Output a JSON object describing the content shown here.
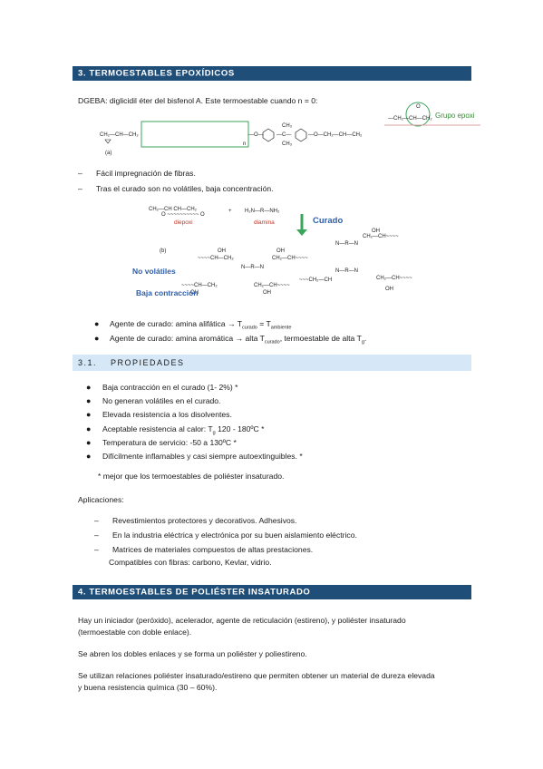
{
  "section3": {
    "title": "3.  TERMOESTABLES EPOXÍDICOS",
    "dgeba": "DGEBA: diglicidil éter del bisfenol A. Este termoestable cuando n = 0:",
    "group_label": "Grupo epoxi",
    "fig_a_label": "(a)",
    "fig_a_n": "n",
    "bullets_dash": [
      "Fácil impregnación de fibras.",
      "Tras el curado son no volátiles, baja concentración."
    ],
    "diagram": {
      "diepoxi": "diepoxi",
      "plus": "+",
      "diamina_formula": "H₂N—R—NH₂",
      "diamina": "diamina",
      "curado": "Curado",
      "fig_b_label": "(b)",
      "no_volatiles": "No volátiles",
      "baja_contraccion": "Baja contracción"
    },
    "agentes": [
      {
        "text": "Agente de curado: amina alifática → T",
        "sub1": "curado",
        "mid": " = T",
        "sub2": "ambiente",
        "tail": ""
      },
      {
        "text": "Agente de curado: amina aromática → alta T",
        "sub1": "curado",
        "mid": ", termoestable de alta T",
        "sub2": "g",
        "tail": "."
      }
    ]
  },
  "section31": {
    "number": "3.1.",
    "title": "PROPIEDADES",
    "items": [
      "Baja contracción en el curado (1- 2%) *",
      "No generan volátiles en el curado.",
      "Elevada resistencia a los disolventes.",
      "Aceptable resistencia al calor: T",
      "Temperatura de servicio: -50 a 130ºC *",
      "Difícilmente inflamables y casi siempre autoextinguibles. *"
    ],
    "heat_sub": "g",
    "heat_tail": " 120 - 180ºC *",
    "note": "* mejor que los termoestables de poliéster insaturado.",
    "aplicaciones_label": "Aplicaciones:",
    "aplicaciones": [
      "Revestimientos protectores y decorativos. Adhesivos.",
      "En la industria eléctrica y electrónica por su buen aislamiento eléctrico.",
      "Matrices de materiales compuestos de altas prestaciones."
    ],
    "compatibles": "Compatibles con fibras: carbono, Kevlar, vidrio."
  },
  "section4": {
    "title": "4.  TERMOESTABLES DE POLIÉSTER INSATURADO",
    "p1_l1": "Hay  un  iniciador  (peróxido),  acelerador,  agente  de  reticulación  (estireno),  y  poliéster  insaturado",
    "p1_l2": "(termoestable con doble enlace).",
    "p2": "Se abren los dobles enlaces y se forma un poliéster y poliestireno.",
    "p3_l1": "Se utilizan relaciones poliéster insaturado/estireno que permiten obtener un material de dureza elevada",
    "p3_l2": "y buena resistencia química (30 – 60%)."
  },
  "colors": {
    "dark_bar": "#1f4e79",
    "light_bar": "#d6e8f7",
    "red": "#c0392b",
    "blue": "#2e5ea8",
    "green_arrow": "#3aa65a"
  }
}
